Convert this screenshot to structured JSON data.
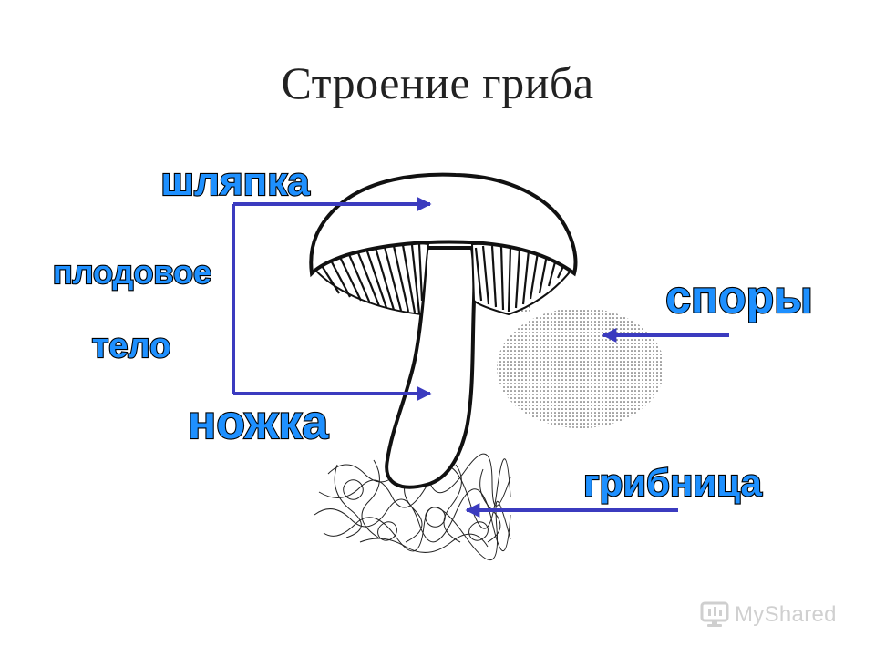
{
  "title": "Строение  гриба",
  "labels": {
    "cap": "шляпка",
    "fruiting_body_1": "плодовое",
    "fruiting_body_2": "тело",
    "stem": "ножка",
    "spores": "споры",
    "mycelium": "грибница"
  },
  "watermark": {
    "text": "MyShared",
    "icon": "monitor-logo-icon"
  },
  "colors": {
    "label_fill": "#1e90ff",
    "label_outline": "#000000",
    "arrow": "#3b3bbf"
  }
}
